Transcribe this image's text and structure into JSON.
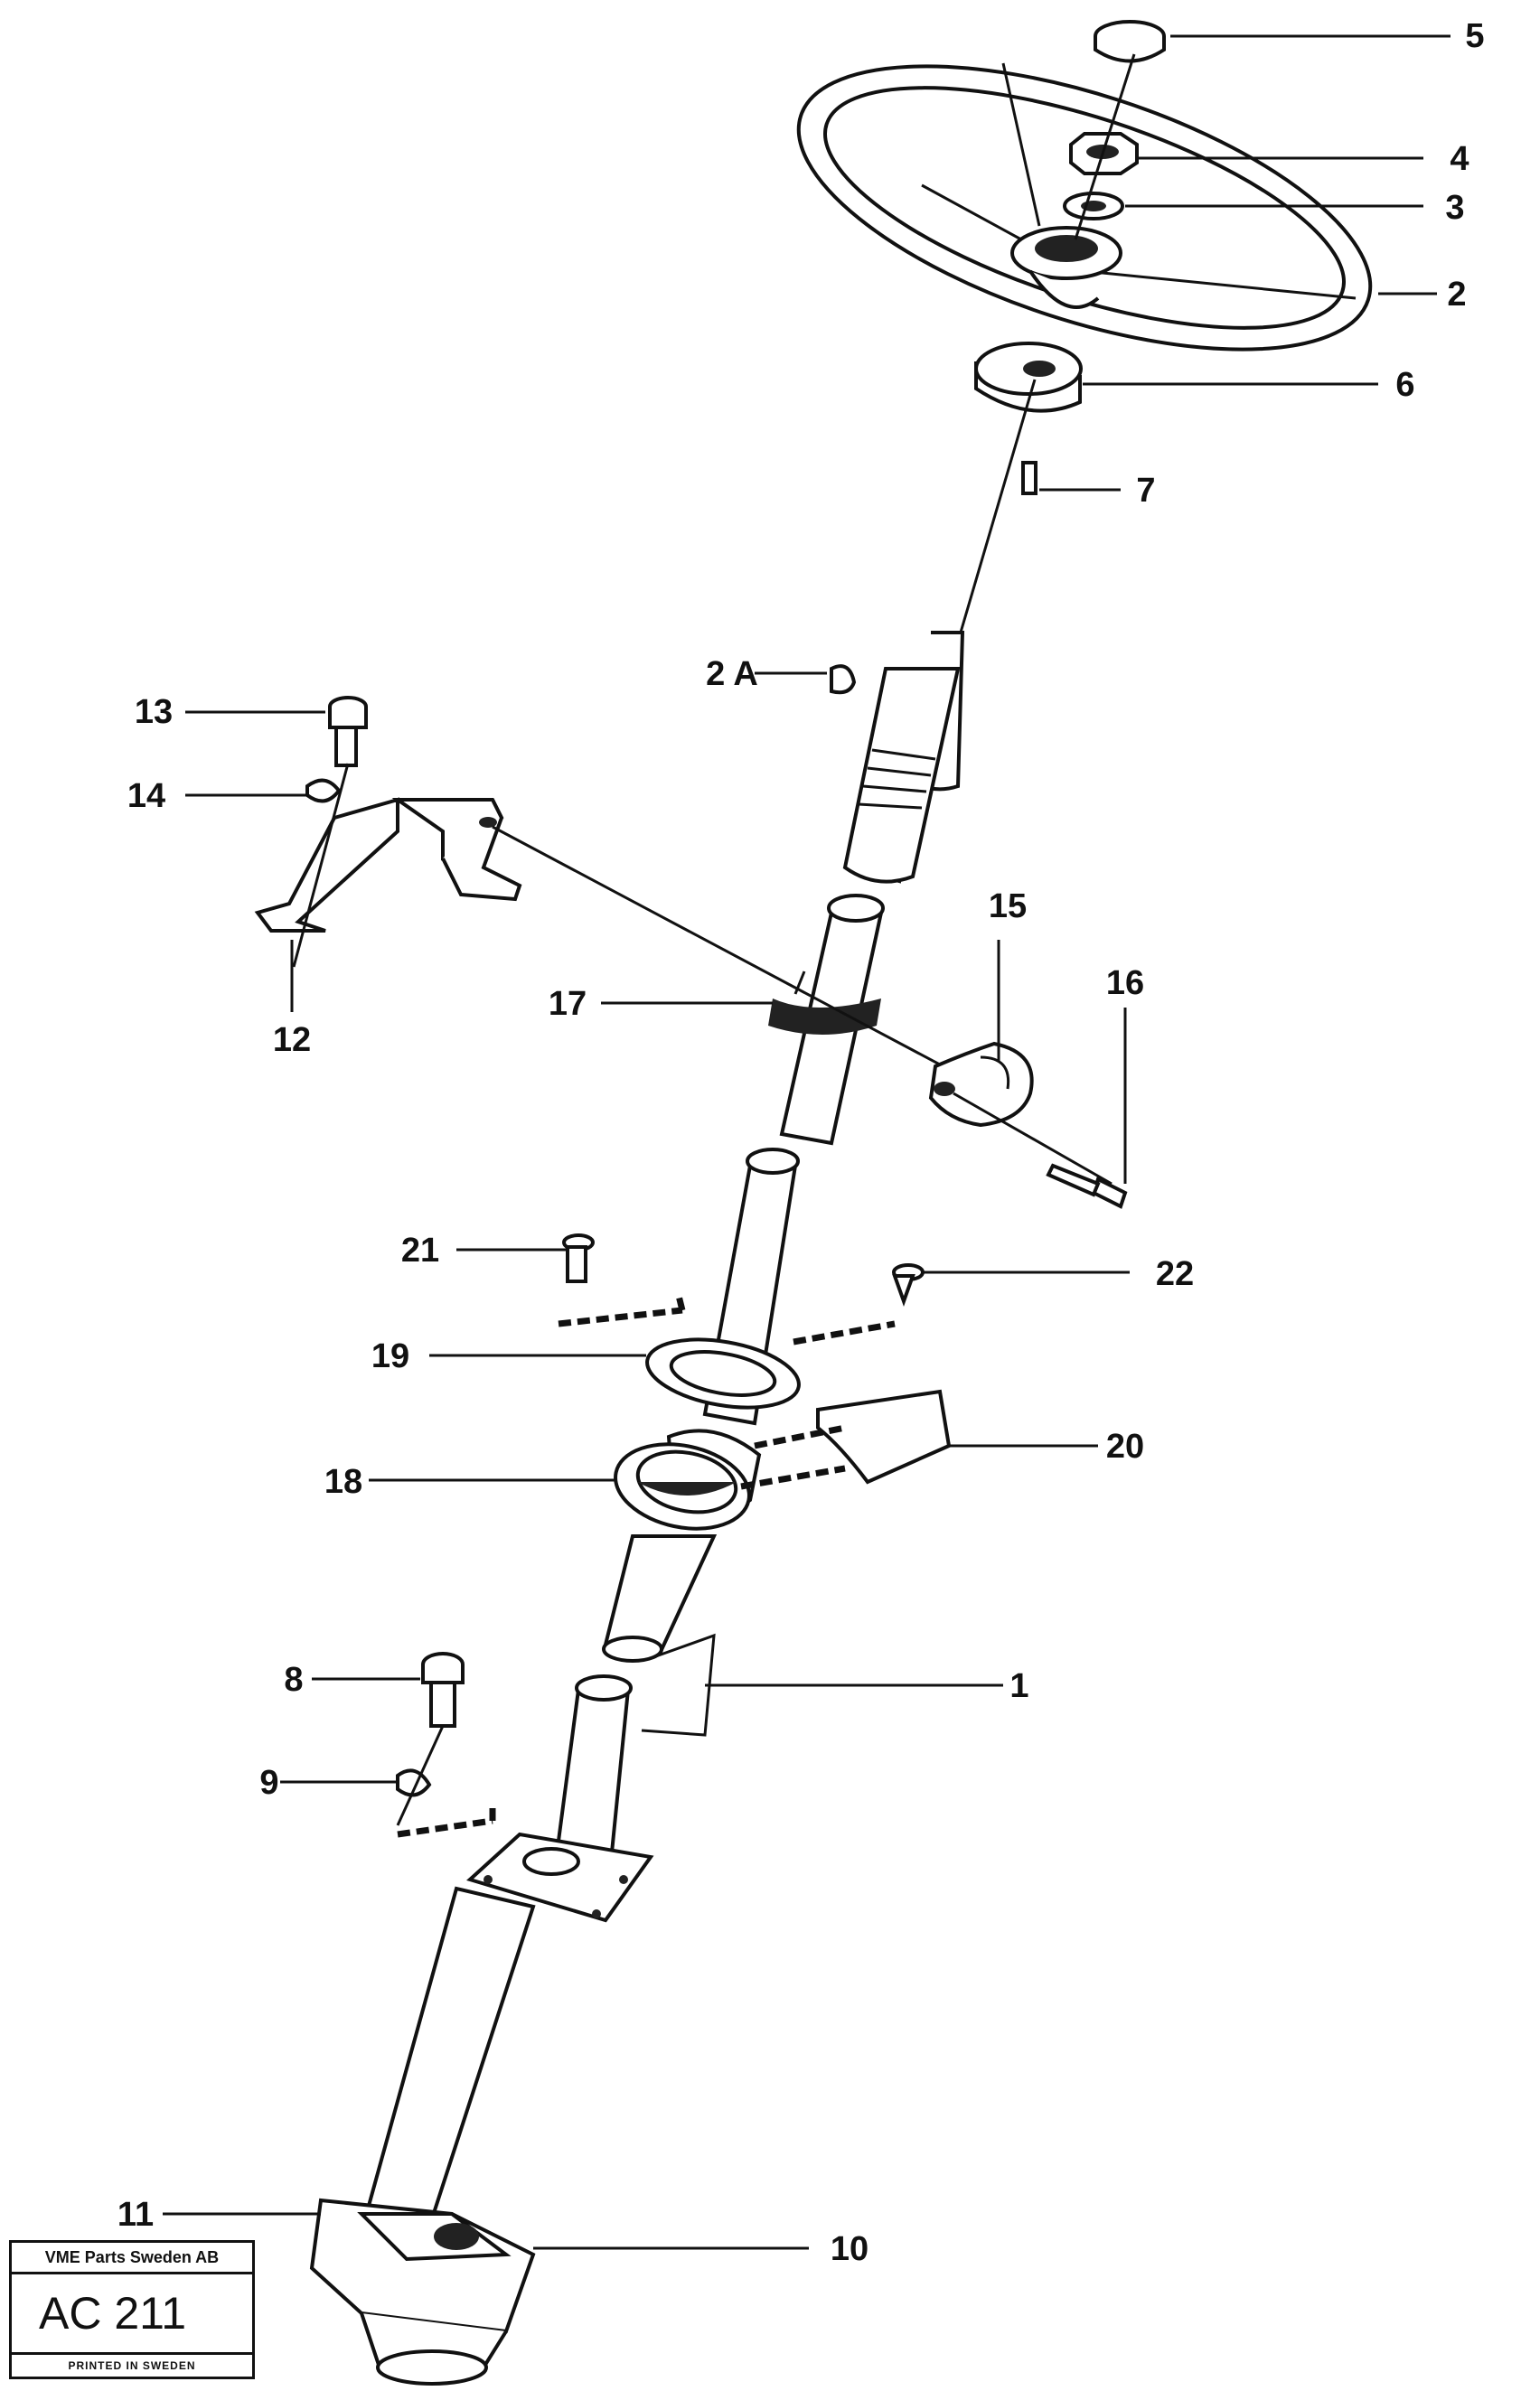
{
  "callouts": [
    {
      "id": "p5",
      "label": "5"
    },
    {
      "id": "p4",
      "label": "4"
    },
    {
      "id": "p3",
      "label": "3"
    },
    {
      "id": "p2",
      "label": "2"
    },
    {
      "id": "p6",
      "label": "6"
    },
    {
      "id": "p7",
      "label": "7"
    },
    {
      "id": "p2a",
      "label": "2 A"
    },
    {
      "id": "p13",
      "label": "13"
    },
    {
      "id": "p14",
      "label": "14"
    },
    {
      "id": "p12",
      "label": "12"
    },
    {
      "id": "p15",
      "label": "15"
    },
    {
      "id": "p16",
      "label": "16"
    },
    {
      "id": "p17",
      "label": "17"
    },
    {
      "id": "p21",
      "label": "21"
    },
    {
      "id": "p22",
      "label": "22"
    },
    {
      "id": "p19",
      "label": "19"
    },
    {
      "id": "p20",
      "label": "20"
    },
    {
      "id": "p18",
      "label": "18"
    },
    {
      "id": "p8",
      "label": "8"
    },
    {
      "id": "p1",
      "label": "1"
    },
    {
      "id": "p9",
      "label": "9"
    },
    {
      "id": "p11",
      "label": "11"
    },
    {
      "id": "p10",
      "label": "10"
    }
  ],
  "stamp": {
    "company": "VME Parts Sweden AB",
    "code": "AC 211",
    "printed": "PRINTED IN SWEDEN"
  }
}
